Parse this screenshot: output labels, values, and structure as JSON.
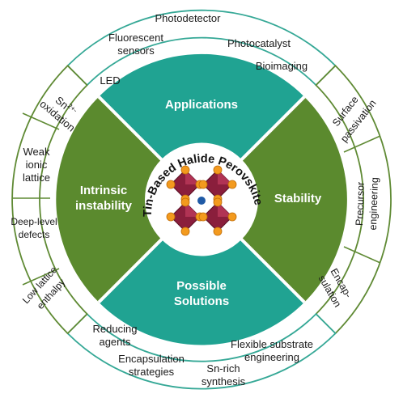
{
  "center": {
    "title": "Tin-Based Halide Perovskite Nanocrystals"
  },
  "sections": {
    "applications": {
      "header": "Applications",
      "items": [
        "Photodetector",
        "Fluorescent",
        "sensors",
        "Photocatalyst",
        "Bioimaging",
        "LED"
      ]
    },
    "stability": {
      "header": "Stability",
      "items": [
        "Surface",
        "passivation",
        "Precursor",
        "engineering",
        "Encap-",
        "sulation"
      ]
    },
    "solutions": {
      "header_line1": "Possible",
      "header_line2": "Solutions",
      "items": [
        "Reducing",
        "agents",
        "Encapsulation",
        "strategies",
        "Sn-rich",
        "synthesis",
        "Flexible substrate",
        "engineering"
      ]
    },
    "instability": {
      "header_line1": "Intrinsic",
      "header_line2": "instability",
      "items": [
        "Sn",
        "2+",
        "-",
        "oxidation",
        "Weak",
        "ionic",
        "lattice",
        "Deep-level",
        "defects",
        "Low lattice",
        "enthalpy"
      ]
    }
  },
  "colors": {
    "teal": "#20a392",
    "green": "#5b8a2e",
    "outline_teal": "#35a896",
    "outline_green": "#5f8a34",
    "crystal": "#8a1e3c",
    "atom": "#f39a1e",
    "center_atom": "#1f5aa6"
  }
}
